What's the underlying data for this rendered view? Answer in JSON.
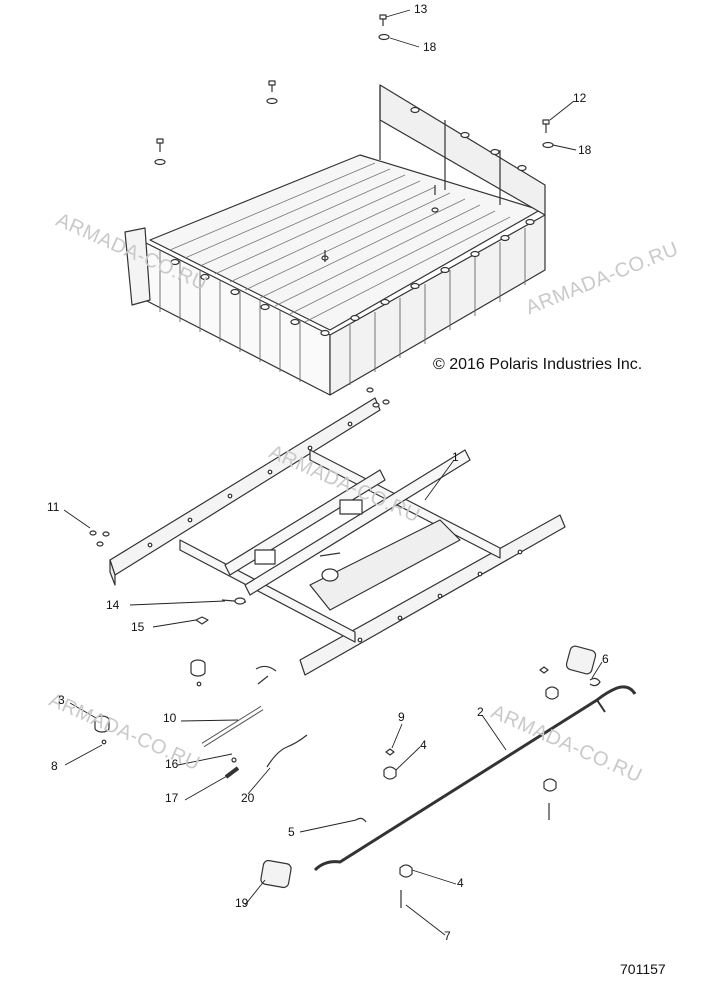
{
  "copyright": "© 2016 Polaris Industries Inc.",
  "drawing_number": "701157",
  "watermark": "ARMADA-CO.RU",
  "callouts": [
    {
      "id": "13",
      "label": "13"
    },
    {
      "id": "18a",
      "label": "18"
    },
    {
      "id": "12",
      "label": "12"
    },
    {
      "id": "18b",
      "label": "18"
    },
    {
      "id": "1",
      "label": "1"
    },
    {
      "id": "11",
      "label": "11"
    },
    {
      "id": "14",
      "label": "14"
    },
    {
      "id": "15",
      "label": "15"
    },
    {
      "id": "6",
      "label": "6"
    },
    {
      "id": "2",
      "label": "2"
    },
    {
      "id": "3",
      "label": "3"
    },
    {
      "id": "8",
      "label": "8"
    },
    {
      "id": "10",
      "label": "10"
    },
    {
      "id": "16",
      "label": "16"
    },
    {
      "id": "17",
      "label": "17"
    },
    {
      "id": "20",
      "label": "20"
    },
    {
      "id": "9",
      "label": "9"
    },
    {
      "id": "4a",
      "label": "4"
    },
    {
      "id": "5",
      "label": "5"
    },
    {
      "id": "4b",
      "label": "4"
    },
    {
      "id": "19",
      "label": "19"
    },
    {
      "id": "7",
      "label": "7"
    }
  ]
}
